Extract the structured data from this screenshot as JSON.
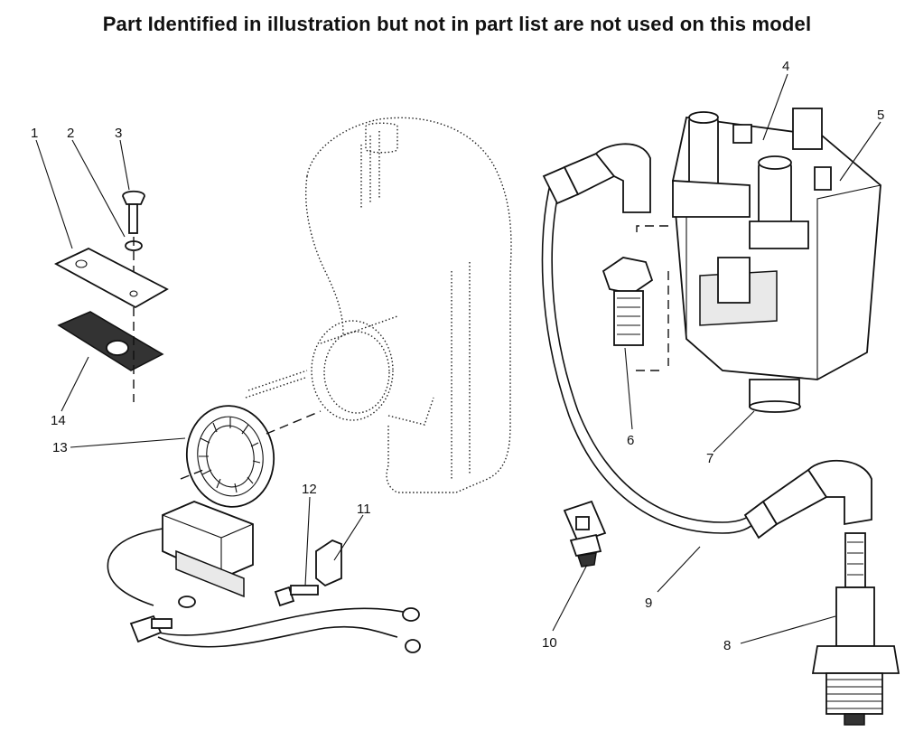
{
  "header": {
    "note": "Part Identified in illustration but not in part list are not used on this model"
  },
  "callouts": [
    {
      "id": "c1",
      "label": "1"
    },
    {
      "id": "c2",
      "label": "2"
    },
    {
      "id": "c3",
      "label": "3"
    },
    {
      "id": "c4",
      "label": "4"
    },
    {
      "id": "c5",
      "label": "5"
    },
    {
      "id": "c6",
      "label": "6"
    },
    {
      "id": "c7",
      "label": "7"
    },
    {
      "id": "c8",
      "label": "8"
    },
    {
      "id": "c9",
      "label": "9"
    },
    {
      "id": "c10",
      "label": "10"
    },
    {
      "id": "c11",
      "label": "11"
    },
    {
      "id": "c12",
      "label": "12"
    },
    {
      "id": "c13",
      "label": "13"
    },
    {
      "id": "c14",
      "label": "14"
    }
  ]
}
